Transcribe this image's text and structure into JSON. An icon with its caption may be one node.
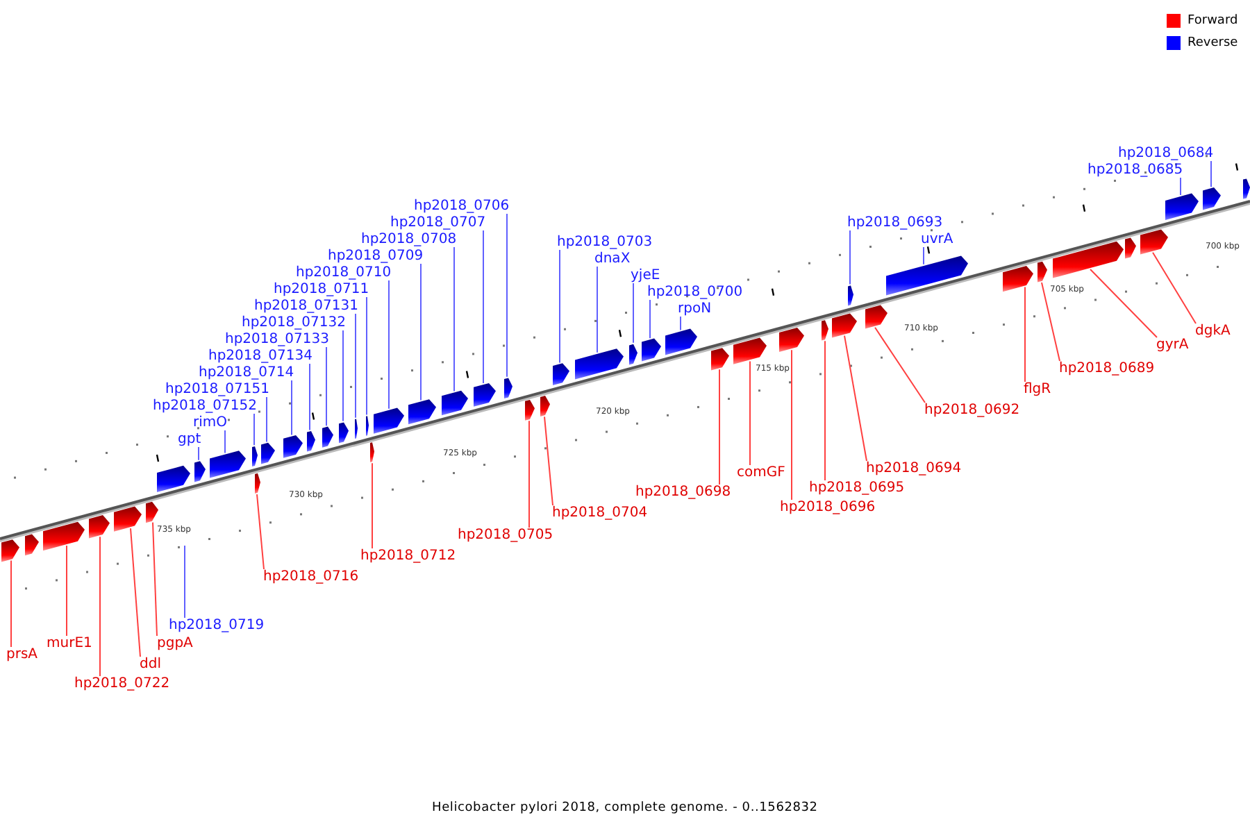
{
  "diagram": {
    "caption": "Helicobacter pylori 2018, complete genome. - 0..1562832",
    "nodes": [
      {
        "text": [
          "gpt"
        ]
      },
      {
        "text": [
          "rimO"
        ]
      },
      {
        "text": [
          "hp2018_07152"
        ]
      },
      {
        "text": [
          "hp2018_07151"
        ]
      },
      {
        "text": [
          "hp2018_0714"
        ]
      },
      {
        "text": [
          "hp2018_07134"
        ]
      },
      {
        "text": [
          "hp2018_07133"
        ]
      },
      {
        "text": [
          "hp2018_07132"
        ]
      },
      {
        "text": [
          "hp2018_07131"
        ]
      },
      {
        "text": [
          "hp2018_0711"
        ]
      },
      {
        "text": [
          "hp2018_0710"
        ]
      },
      {
        "text": [
          "hp2018_0709"
        ]
      },
      {
        "text": [
          "hp2018_0708"
        ]
      },
      {
        "text": [
          "hp2018_0707"
        ]
      },
      {
        "text": [
          "hp2018_0706"
        ]
      },
      {
        "text": [
          "hp2018_0703"
        ]
      },
      {
        "text": [
          "dnaX"
        ]
      },
      {
        "text": [
          "yjeE"
        ]
      },
      {
        "text": [
          "hp2018_0700"
        ]
      },
      {
        "text": [
          "rpoN"
        ]
      },
      {
        "text": [
          "hp2018_0693"
        ]
      },
      {
        "text": [
          "uvrA"
        ]
      },
      {
        "text": [
          "hp2018_0685"
        ]
      },
      {
        "text": [
          "hp2018_0684"
        ]
      },
      {
        "text": [
          "hp2018_0719"
        ]
      },
      {
        "text": [
          "prsA"
        ]
      },
      {
        "text": [
          "murE1"
        ]
      },
      {
        "text": [
          "hp2018_0722"
        ]
      },
      {
        "text": [
          "ddl"
        ]
      },
      {
        "text": [
          "pgpA"
        ]
      },
      {
        "text": [
          "hp2018_0716"
        ]
      },
      {
        "text": [
          "hp2018_0712"
        ]
      },
      {
        "text": [
          "hp2018_0705"
        ]
      },
      {
        "text": [
          "hp2018_0704"
        ]
      },
      {
        "text": [
          "hp2018_0698"
        ]
      },
      {
        "text": [
          "comGF"
        ]
      },
      {
        "text": [
          "hp2018_0696"
        ]
      },
      {
        "text": [
          "hp2018_0695"
        ]
      },
      {
        "text": [
          "hp2018_0694"
        ]
      },
      {
        "text": [
          "hp2018_0692"
        ]
      },
      {
        "text": [
          "flgR"
        ]
      },
      {
        "text": [
          "hp2018_0689"
        ]
      },
      {
        "text": [
          "gyrA"
        ]
      },
      {
        "text": [
          "dgkA"
        ]
      },
      {
        "text": [],
        "shape": "pentagon"
      },
      {
        "text": [],
        "shape": "pentagon"
      },
      {
        "text": [],
        "shape": "pentagon"
      },
      {
        "text": [],
        "shape": "pentagon"
      },
      {
        "text": [],
        "shape": "pentagon"
      },
      {
        "text": [],
        "shape": "pentagon"
      },
      {
        "text": [],
        "shape": "pentagon"
      },
      {
        "text": [],
        "shape": "pentagon"
      },
      {
        "text": [],
        "shape": "pentagon"
      },
      {
        "text": [],
        "shape": "pentagon"
      },
      {
        "text": [],
        "shape": "pentagon"
      },
      {
        "text": [],
        "shape": "pentagon"
      },
      {
        "text": [],
        "shape": "pentagon"
      },
      {
        "text": [],
        "shape": "pentagon"
      },
      {
        "text": [],
        "shape": "pentagon"
      },
      {
        "text": [],
        "shape": "pentagon"
      },
      {
        "text": [],
        "shape": "pentagon"
      },
      {
        "text": [],
        "shape": "pentagon"
      },
      {
        "text": [],
        "shape": "pentagon"
      },
      {
        "text": [],
        "shape": "pentagon"
      },
      {
        "text": [],
        "shape": "pentagon"
      },
      {
        "text": [],
        "shape": "pentagon"
      },
      {
        "text": [],
        "shape": "pentagon"
      },
      {
        "text": [],
        "shape": "pentagon"
      },
      {
        "text": [],
        "shape": "pentagon"
      },
      {
        "text": [],
        "shape": "pentagon"
      },
      {
        "text": [],
        "shape": "pentagon"
      },
      {
        "text": [],
        "shape": "pentagon"
      },
      {
        "text": [],
        "shape": "pentagon"
      },
      {
        "text": [],
        "shape": "pentagon"
      },
      {
        "text": [],
        "shape": "pentagon"
      },
      {
        "text": [],
        "shape": "pentagon"
      },
      {
        "text": [],
        "shape": "pentagon"
      },
      {
        "text": [],
        "shape": "pentagon"
      },
      {
        "text": [],
        "shape": "pentagon"
      },
      {
        "text": [],
        "shape": "pentagon"
      },
      {
        "text": [],
        "shape": "pentagon"
      },
      {
        "text": [],
        "shape": "pentagon"
      },
      {
        "text": [],
        "shape": "pentagon"
      },
      {
        "text": [],
        "shape": "pentagon"
      },
      {
        "text": [],
        "shape": "pentagon"
      },
      {
        "text": [],
        "shape": "pentagon"
      },
      {
        "text": [],
        "shape": "pentagon"
      }
    ],
    "edges": [
      {
        "from": 0,
        "to": 44,
        "arrow": "none"
      },
      {
        "from": 1,
        "to": 45,
        "arrow": "none"
      },
      {
        "from": 2,
        "to": 46,
        "arrow": "none"
      },
      {
        "from": 3,
        "to": 47,
        "arrow": "none"
      },
      {
        "from": 4,
        "to": 48,
        "arrow": "none"
      },
      {
        "from": 5,
        "to": 49,
        "arrow": "none"
      },
      {
        "from": 6,
        "to": 50,
        "arrow": "none"
      },
      {
        "from": 7,
        "to": 51,
        "arrow": "none"
      },
      {
        "from": 8,
        "to": 52,
        "arrow": "none"
      },
      {
        "from": 9,
        "to": 53,
        "arrow": "none"
      },
      {
        "from": 10,
        "to": 54,
        "arrow": "none"
      },
      {
        "from": 11,
        "to": 55,
        "arrow": "none"
      },
      {
        "from": 12,
        "to": 56,
        "arrow": "none"
      },
      {
        "from": 13,
        "to": 57,
        "arrow": "none"
      },
      {
        "from": 14,
        "to": 58,
        "arrow": "none"
      },
      {
        "from": 15,
        "to": 59,
        "arrow": "none"
      },
      {
        "from": 16,
        "to": 60,
        "arrow": "none"
      },
      {
        "from": 17,
        "to": 61,
        "arrow": "none"
      },
      {
        "from": 18,
        "to": 62,
        "arrow": "none"
      },
      {
        "from": 19,
        "to": 63,
        "arrow": "none"
      },
      {
        "from": 20,
        "to": 64,
        "arrow": "none"
      },
      {
        "from": 21,
        "to": 65,
        "arrow": "none"
      },
      {
        "from": 22,
        "to": 66,
        "arrow": "none"
      },
      {
        "from": 23,
        "to": 67,
        "arrow": "none"
      },
      {
        "from": 24,
        "to": null,
        "arrow": "none"
      },
      {
        "from": 25,
        "to": 68,
        "arrow": "none",
        "color": "#ff4040"
      },
      {
        "from": 26,
        "to": 69,
        "arrow": "none",
        "color": "#ff4040"
      },
      {
        "from": 27,
        "to": 70,
        "arrow": "none",
        "color": "#ff4040"
      },
      {
        "from": 28,
        "to": 71,
        "arrow": "none",
        "color": "#ff4040"
      },
      {
        "from": 29,
        "to": 72,
        "arrow": "none",
        "color": "#ff4040"
      },
      {
        "from": 30,
        "to": 73,
        "arrow": "none",
        "color": "#ff4040"
      },
      {
        "from": 31,
        "to": 74,
        "arrow": "none",
        "color": "#ff4040"
      },
      {
        "from": 32,
        "to": 75,
        "arrow": "none",
        "color": "#ff4040"
      },
      {
        "from": 33,
        "to": 76,
        "arrow": "none",
        "color": "#ff4040"
      },
      {
        "from": 34,
        "to": 77,
        "arrow": "none",
        "color": "#ff4040"
      },
      {
        "from": 35,
        "to": 78,
        "arrow": "none",
        "color": "#ff4040"
      },
      {
        "from": 36,
        "to": 79,
        "arrow": "none",
        "color": "#ff4040"
      },
      {
        "from": 37,
        "to": 80,
        "arrow": "none",
        "color": "#ff4040"
      },
      {
        "from": 38,
        "to": 81,
        "arrow": "none",
        "color": "#ff4040"
      },
      {
        "from": 39,
        "to": 82,
        "arrow": "none",
        "color": "#ff4040"
      },
      {
        "from": 40,
        "to": 83,
        "arrow": "none",
        "color": "#ff4040"
      },
      {
        "from": 41,
        "to": 84,
        "arrow": "none",
        "color": "#ff4040"
      },
      {
        "from": 42,
        "to": 85,
        "arrow": "none",
        "color": "#ff4040"
      },
      {
        "from": 43,
        "to": 86,
        "arrow": "none",
        "color": "#ff4040"
      }
    ],
    "labels": [
      "735 kbp",
      "730 kbp",
      "725 kbp",
      "720 kbp",
      "715 kbp",
      "710 kbp",
      "705 kbp",
      "700 kbp"
    ],
    "legend": [
      {
        "text": "Forward",
        "color": "#ff0000"
      },
      {
        "text": "Reverse",
        "color": "#0000ff"
      }
    ]
  }
}
